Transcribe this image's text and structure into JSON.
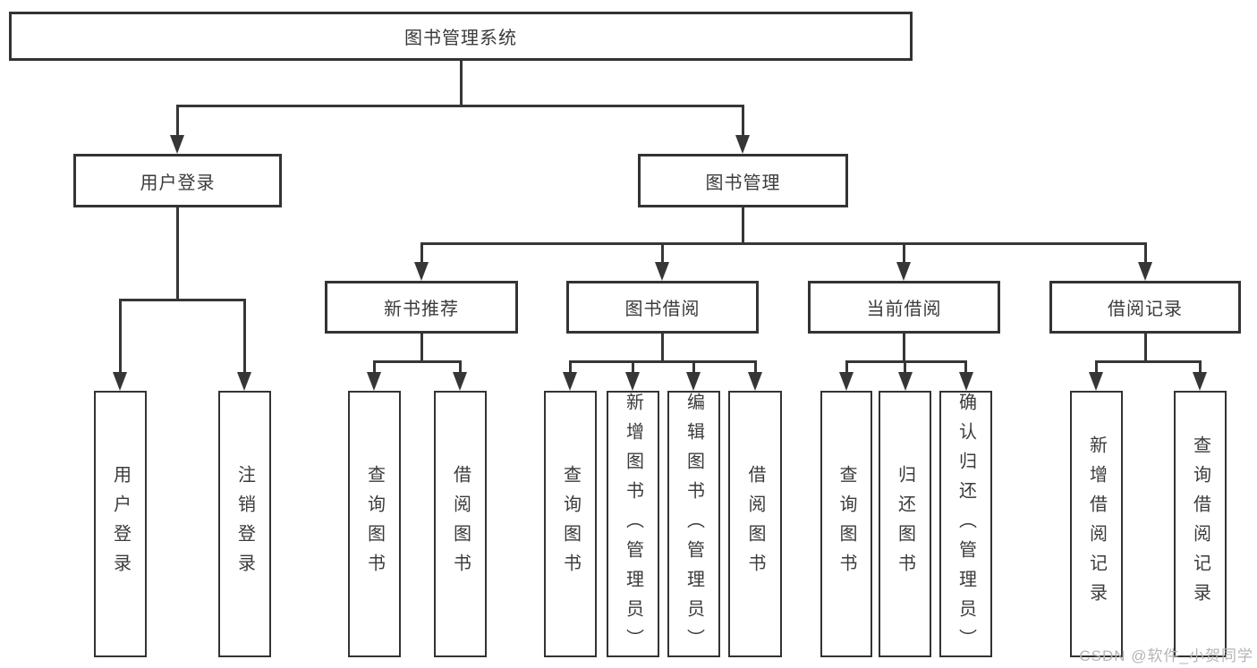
{
  "colors": {
    "line": "#363636",
    "border": "#333333",
    "text": "#3b3b3b",
    "background": "#ffffff",
    "watermark": "#b5b5b5"
  },
  "diagram": {
    "root": "图书管理系统",
    "branches": [
      {
        "label": "用户登录",
        "children": [
          "用户登录",
          "注销登录"
        ]
      },
      {
        "label": "图书管理",
        "children": [
          {
            "label": "新书推荐",
            "children": [
              "查询图书",
              "借阅图书"
            ]
          },
          {
            "label": "图书借阅",
            "children": [
              "查询图书",
              "新增图书（管理员）",
              "编辑图书（管理员）",
              "借阅图书"
            ]
          },
          {
            "label": "当前借阅",
            "children": [
              "查询图书",
              "归还图书",
              "确认归还（管理员）"
            ]
          },
          {
            "label": "借阅记录",
            "children": [
              "新增借阅记录",
              "查询借阅记录"
            ]
          }
        ]
      }
    ]
  },
  "watermark": "CSDN @软件_小贺同学"
}
